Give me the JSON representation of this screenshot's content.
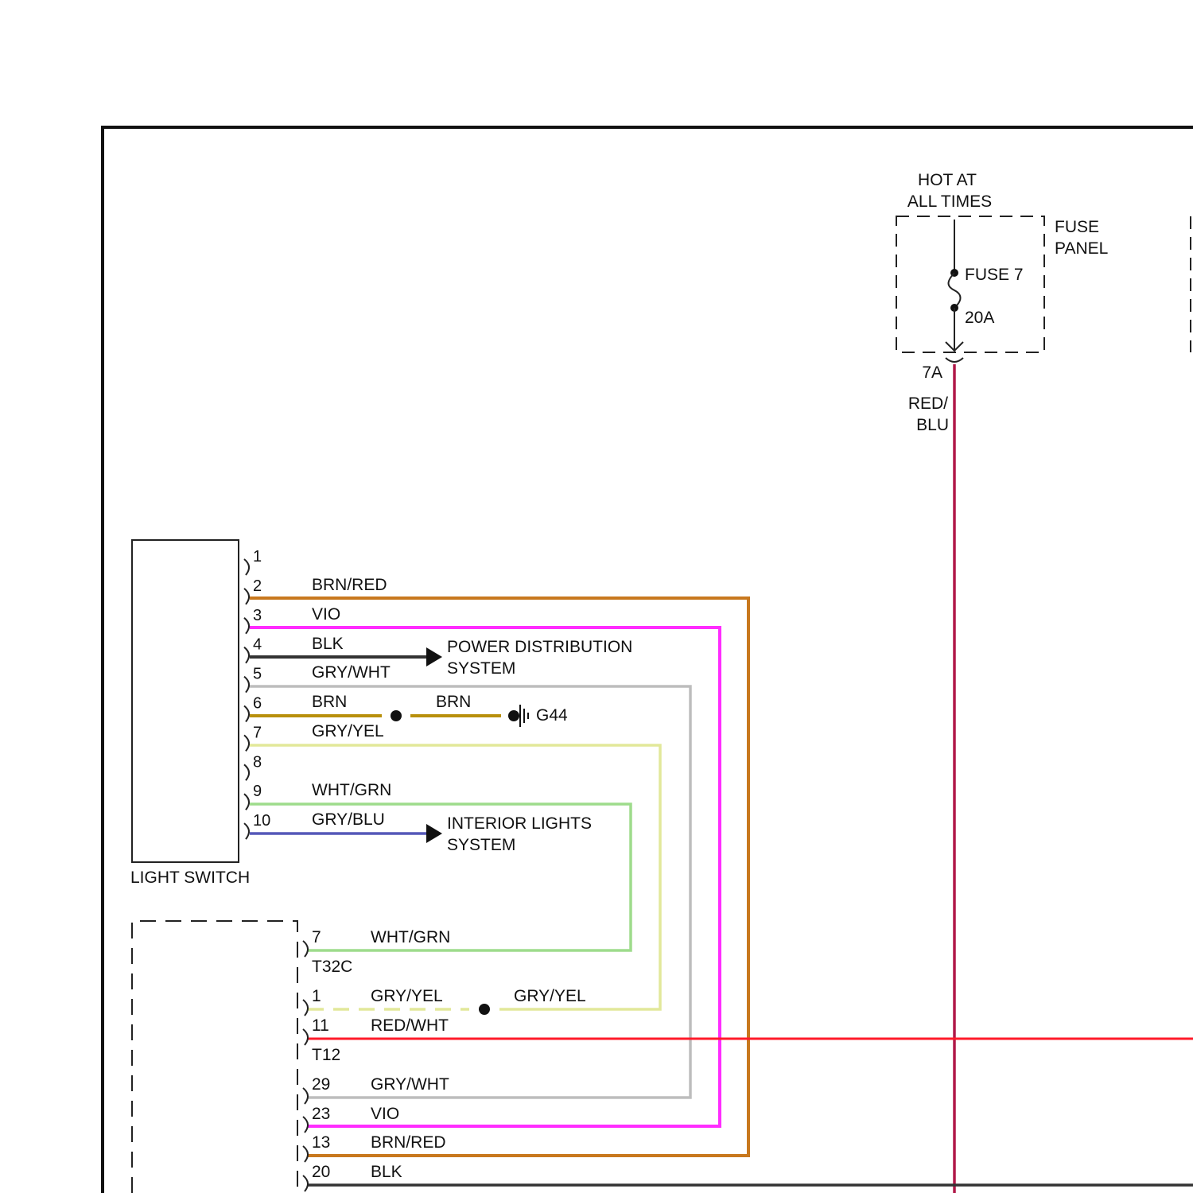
{
  "fuse_panel": {
    "hot_line1": "HOT AT",
    "hot_line2": "ALL TIMES",
    "title_line1": "FUSE",
    "title_line2": "PANEL",
    "fuse_name": "FUSE 7",
    "fuse_rating": "20A",
    "terminal": "7A",
    "wire_line1": "RED/",
    "wire_line2": "BLU"
  },
  "light_switch": {
    "name": "LIGHT SWITCH",
    "pins": [
      "1",
      "2",
      "3",
      "4",
      "5",
      "6",
      "7",
      "8",
      "9",
      "10"
    ]
  },
  "switch_wires": {
    "p2": "BRN/RED",
    "p3": "VIO",
    "p4": "BLK",
    "p5": "GRY/WHT",
    "p6": "BRN",
    "p6b": "BRN",
    "p7": "GRY/YEL",
    "p9": "WHT/GRN",
    "p10": "GRY/BLU"
  },
  "destinations": {
    "power_line1": "POWER DISTRIBUTION",
    "power_line2": "SYSTEM",
    "interior_line1": "INTERIOR LIGHTS",
    "interior_line2": "SYSTEM",
    "ground": "G44"
  },
  "lower_module": {
    "connector_a": "T32C",
    "connector_b": "T12",
    "pins": {
      "a7": "7",
      "b1": "1",
      "b11": "11",
      "c29": "29",
      "c23": "23",
      "c13": "13",
      "c20": "20"
    },
    "wires": {
      "a7": "WHT/GRN",
      "b1": "GRY/YEL",
      "b1b": "GRY/YEL",
      "b11": "RED/WHT",
      "c29": "GRY/WHT",
      "c23": "VIO",
      "c13": "BRN/RED",
      "c20": "BLK"
    }
  },
  "colors": {
    "brn_red": "#c8781e",
    "vio": "#ff2cff",
    "blk": "#333333",
    "gry": "#bdbdbd",
    "brn": "#b8900c",
    "gry_yel": "#e2e89a",
    "wht_grn": "#9edc8c",
    "gry_blu": "#5558b8",
    "red_wht": "#ff1a2a",
    "red_blu": "#b01848"
  }
}
